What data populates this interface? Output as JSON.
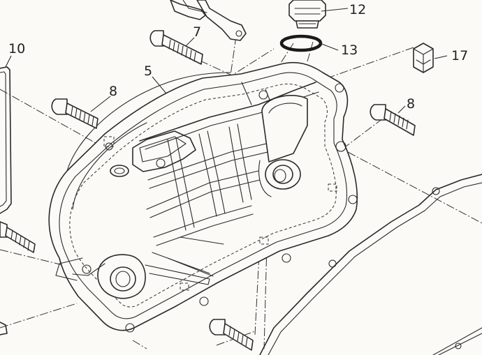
{
  "callouts": {
    "c10": "10",
    "c5": "5",
    "c7": "7",
    "c8a": "8",
    "c8b": "8",
    "c12": "12",
    "c13": "13",
    "c17": "17"
  },
  "colors": {
    "ink": "#2a2a2a",
    "paper": "#fbfaf6"
  }
}
